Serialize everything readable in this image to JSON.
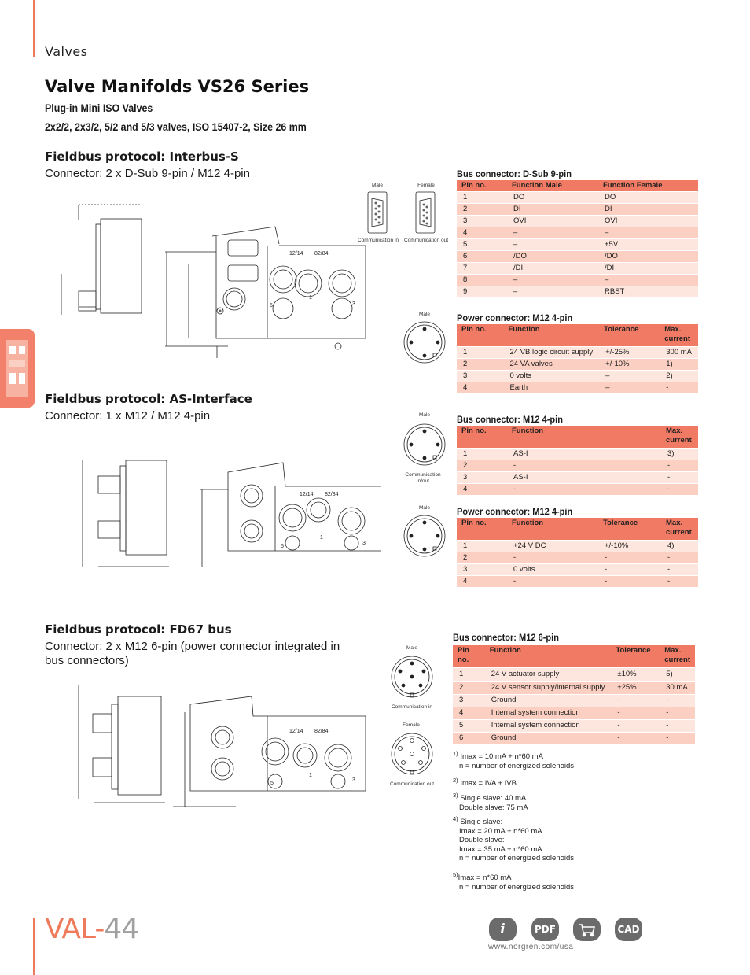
{
  "header": {
    "section": "Valves"
  },
  "title": "Valve Manifolds VS26 Series",
  "subtitle1": "Plug-in Mini ISO Valves",
  "subtitle2": "2x2/2, 2x3/2, 5/2 and 5/3 valves, ISO 15407-2, Size 26 mm",
  "interbus": {
    "title": "Fieldbus protocol: Interbus-S",
    "connector": "Connector: 2 x D-Sub 9-pin / M12 4-pin",
    "male_label": "Male",
    "female_label": "Female",
    "comm_in": "Communication in",
    "comm_out": "Communication out",
    "m12_male": "Male",
    "bus_table": {
      "title": "Bus connector: D-Sub 9-pin",
      "headers": [
        "Pin no.",
        "Function Male",
        "Function Female"
      ],
      "rows": [
        [
          "1",
          "DO",
          "DO"
        ],
        [
          "2",
          "DI",
          "DI"
        ],
        [
          "3",
          "OVI",
          "OVI"
        ],
        [
          "4",
          "–",
          "–"
        ],
        [
          "5",
          "–",
          "+5VI"
        ],
        [
          "6",
          "/DO",
          "/DO"
        ],
        [
          "7",
          "/DI",
          "/DI"
        ],
        [
          "8",
          "–",
          "–"
        ],
        [
          "9",
          "–",
          "RBST"
        ]
      ]
    },
    "power_table": {
      "title": "Power connector: M12 4-pin",
      "headers": [
        "Pin no.",
        "Function",
        "Tolerance",
        "Max. current"
      ],
      "rows": [
        [
          "1",
          "24 VB logic circuit supply",
          "+/-25%",
          "300 mA"
        ],
        [
          "2",
          "24 VA valves",
          "+/-10%",
          "1)"
        ],
        [
          "3",
          "0 volts",
          "–",
          "2)"
        ],
        [
          "4",
          "Earth",
          "–",
          "-"
        ]
      ]
    }
  },
  "asi": {
    "title": "Fieldbus protocol: AS-Interface",
    "connector": "Connector: 1 x M12 / M12 4-pin",
    "male_label": "Male",
    "comm_label": "Communication in/out",
    "male_label2": "Male",
    "bus_table": {
      "title": "Bus connector: M12 4-pin",
      "headers": [
        "Pin no.",
        "Function",
        "",
        "Max. current"
      ],
      "rows": [
        [
          "1",
          "AS-I",
          "",
          "3)"
        ],
        [
          "2",
          "-",
          "",
          "-"
        ],
        [
          "3",
          "AS-I",
          "",
          "-"
        ],
        [
          "4",
          "-",
          "",
          "-"
        ]
      ]
    },
    "power_table": {
      "title": "Power connector: M12 4-pin",
      "headers": [
        "Pin no.",
        "Function",
        "Tolerance",
        "Max. current"
      ],
      "rows": [
        [
          "1",
          "+24 V DC",
          "+/-10%",
          "4)"
        ],
        [
          "2",
          "-",
          "-",
          "-"
        ],
        [
          "3",
          "0 volts",
          "-",
          "-"
        ],
        [
          "4",
          "-",
          "-",
          "-"
        ]
      ]
    }
  },
  "fd67": {
    "title": "Fieldbus protocol: FD67 bus",
    "connector": "Connector: 2 x M12 6-pin (power connector integrated in bus connectors)",
    "male_label": "Male",
    "comm_in": "Communication in",
    "female_label": "Female",
    "comm_out": "Communication out",
    "bus_table": {
      "title": "Bus connector: M12 6-pin",
      "headers": [
        "Pin no.",
        "Function",
        "Tolerance",
        "Max. current"
      ],
      "rows": [
        [
          "1",
          "24 V actuator supply",
          "±10%",
          "5)"
        ],
        [
          "2",
          "24 V sensor supply/internal supply",
          "±25%",
          "30 mA"
        ],
        [
          "3",
          "Ground",
          "-",
          "-"
        ],
        [
          "4",
          "Internal system connection",
          "-",
          "-"
        ],
        [
          "5",
          "Internal system connection",
          "-",
          "-"
        ],
        [
          "6",
          "Ground",
          "-",
          "-"
        ]
      ]
    }
  },
  "drawing_labels": {
    "port_a": "12/14",
    "port_b": "82/84",
    "p5": "5",
    "p1": "1",
    "p3": "3"
  },
  "footnotes": {
    "f1_num": "1)",
    "f1_line1": "Imax = 10 mA + n*60 mA",
    "f1_line2": "n = number of energized solenoids",
    "f2_num": "2)",
    "f2_line1": "Imax = IVA + IVB",
    "f3_num": "3)",
    "f3_line1": "Single slave: 40 mA",
    "f3_line2": "Double slave: 75 mA",
    "f4_num": "4)",
    "f4_line1": "Single slave:",
    "f4_line2": "Imax = 20 mA + n*60 mA",
    "f4_line3": "Double slave:",
    "f4_line4": "Imax = 35 mA + n*60 mA",
    "f4_line5": "n = number of energized solenoids",
    "f5_num": "5)",
    "f5_line1": "Imax = n*60 mA",
    "f5_line2": "n = number of energized solenoids"
  },
  "footer": {
    "page_prefix": "VAL-",
    "page_number": "44",
    "website": "www.norgren.com/usa",
    "icons": {
      "info": "i",
      "pdf": "PDF",
      "cart": "cart-icon",
      "cad": "CAD"
    }
  },
  "colors": {
    "accent": "#f07a5c",
    "table_header": "#f07a64",
    "row_dark": "#fbcfc2",
    "row_light": "#fde6de"
  }
}
